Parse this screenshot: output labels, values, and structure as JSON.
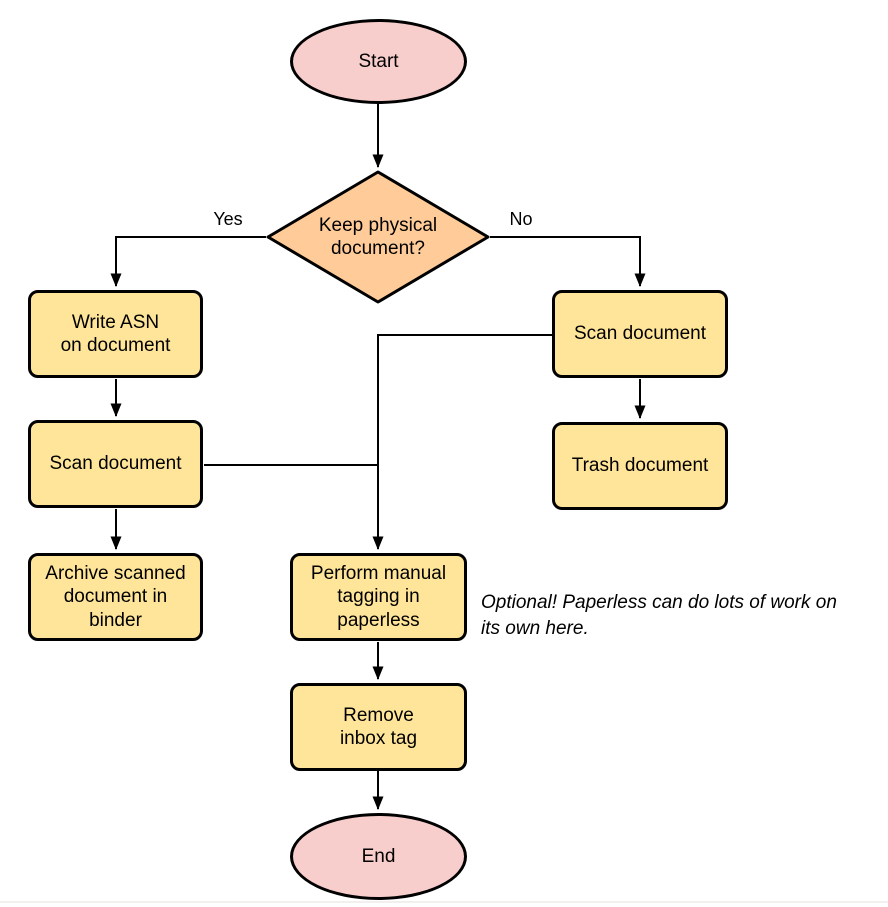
{
  "nodes": {
    "start": {
      "label": "Start"
    },
    "decision": {
      "label": "Keep physical\ndocument?"
    },
    "write_asn": {
      "label": "Write ASN\non document"
    },
    "scan_left": {
      "label": "Scan document"
    },
    "archive": {
      "label": "Archive scanned\ndocument in\nbinder"
    },
    "scan_right": {
      "label": "Scan document"
    },
    "trash": {
      "label": "Trash document"
    },
    "tagging": {
      "label": "Perform manual\ntagging in\npaperless"
    },
    "remove_inbox": {
      "label": "Remove\ninbox tag"
    },
    "end": {
      "label": "End"
    }
  },
  "edge_labels": {
    "yes": "Yes",
    "no": "No"
  },
  "annotation": {
    "text": "Optional! Paperless can do lots of work on\nits own here."
  },
  "colors": {
    "terminator_fill": "#F8CECC",
    "decision_fill": "#FFCC99",
    "process_fill": "#FFE599",
    "stroke": "#000000",
    "background": "#FFFFFF"
  }
}
